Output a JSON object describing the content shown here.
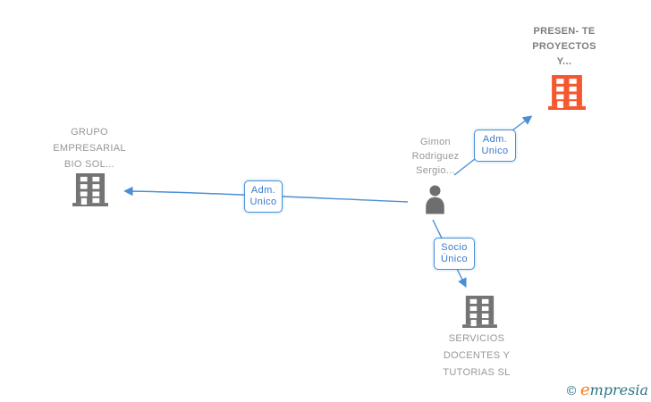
{
  "diagram": {
    "nodes": {
      "presente": {
        "type": "company",
        "highlighted": true,
        "lines": [
          "PRESEN- TE",
          "PROYECTOS",
          "Y..."
        ]
      },
      "grupo": {
        "type": "company",
        "highlighted": false,
        "lines": [
          "GRUPO",
          "EMPRESARIAL",
          "BIO SOL..."
        ]
      },
      "gimon": {
        "type": "person",
        "highlighted": false,
        "lines": [
          "Gimon",
          "Rodriguez",
          "Sergio..."
        ]
      },
      "servicios": {
        "type": "company",
        "highlighted": false,
        "lines": [
          "SERVICIOS",
          "DOCENTES Y",
          "TUTORIAS SL"
        ]
      }
    },
    "edges": {
      "adm_unico_right": {
        "from": "gimon",
        "to": "presente",
        "lines": [
          "Adm.",
          "Unico"
        ]
      },
      "adm_unico_left": {
        "from": "gimon",
        "to": "grupo",
        "lines": [
          "Adm.",
          "Unico"
        ]
      },
      "socio_unico": {
        "from": "gimon",
        "to": "servicios",
        "lines": [
          "Socio",
          "Único"
        ]
      }
    }
  },
  "watermark": {
    "copyright": "©",
    "brand_initial": "e",
    "brand_rest": "mpresia"
  },
  "colors": {
    "edge_blue": "#4a8fd4",
    "label_text_blue": "#3779cc",
    "company_gray": "#747474",
    "person_gray": "#6e6e6e",
    "company_highlight_orange": "#f5582f",
    "node_text_gray": "#979797",
    "node_bold_gray": "#7d7d7d",
    "watermark_teal": "#2e7386",
    "watermark_orange": "#ee7d22"
  }
}
